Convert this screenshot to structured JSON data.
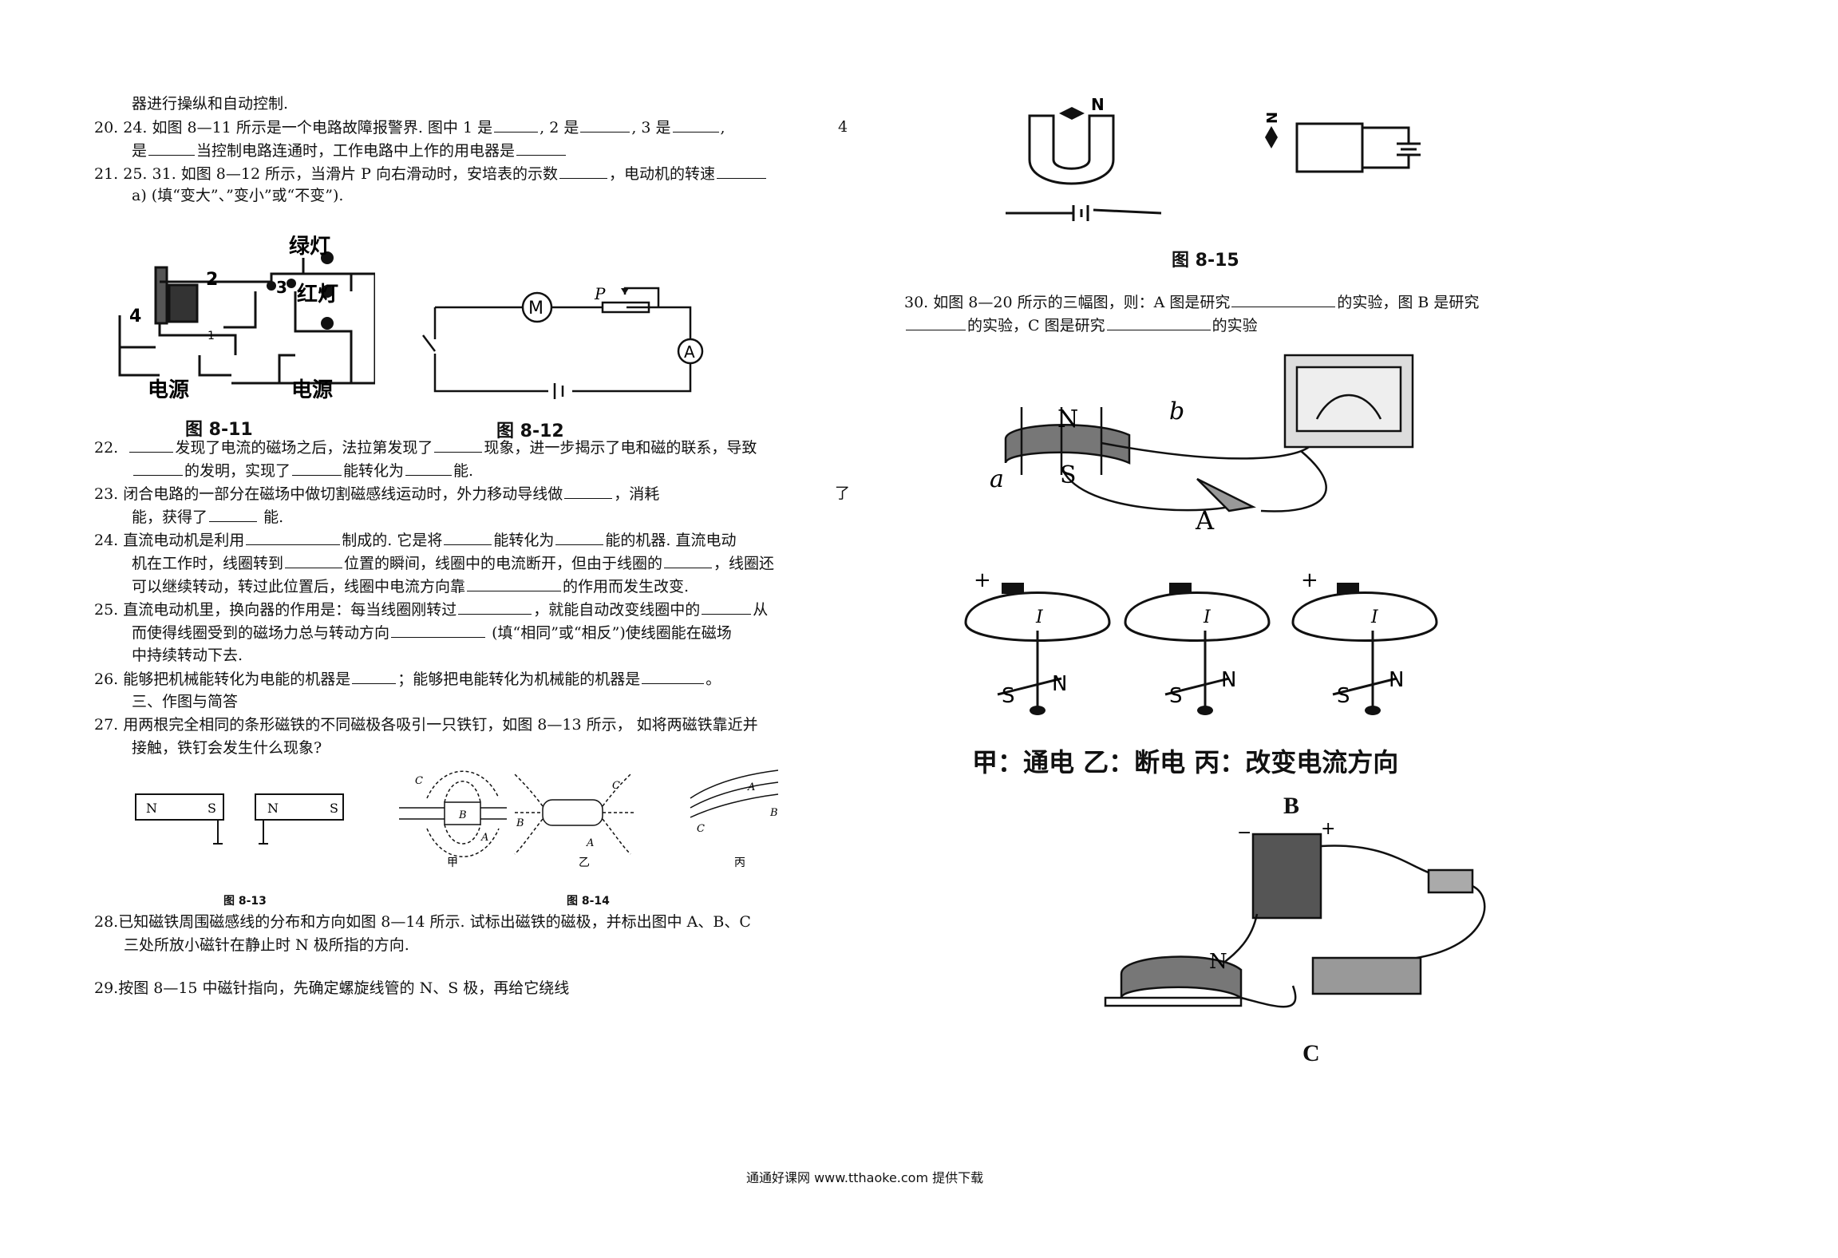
{
  "left": {
    "l0": "器进行操纵和自动控制.",
    "q20a": "20.   24. 如图 8—11 所示是一个电路故障报警界. 图中 1 是",
    "q20b": ", 2 是",
    "q20c": ", 3 是",
    "q20d": ",",
    "q20e": "4",
    "q20f": "是",
    "q20g": "当控制电路连通时，工作电路中上作的用电器是",
    "q21a": "21.   25.  31.  如图 8—12 所示，当滑片 P 向右滑动时，安培表的示数",
    "q21b": "，电动机的转速",
    "q21c": "a)    (填“变大”、”变小”或“不变”).",
    "fig811_green": "绿灯",
    "fig811_red": "红灯",
    "fig811_n2": "2",
    "fig811_n3": "3",
    "fig811_n4": "4",
    "fig811_n1": "1",
    "fig811_src1": "电源",
    "fig811_src2": "电源",
    "cap811": "图 8-11",
    "cap812": "图 8-12",
    "fig812_m": "M",
    "fig812_a": "A",
    "fig812_p": "P",
    "q22a": "22.",
    "q22b": "发现了电流的磁场之后，法拉第发现了",
    "q22c": "现象，进一步揭示了电和磁的联系，导致",
    "q22d": "的发明，实现了",
    "q22e": "能转化为",
    "q22f": "能.",
    "q23a": "23.   闭合电路的一部分在磁场中做切割磁感线运动时，外力移动导线做",
    "q23b": "，消耗",
    "q23c": "了",
    "q23d": "能，获得了",
    "q23e": "能.",
    "q24a": "24.   直流电动机是利用",
    "q24b": "制成的. 它是将",
    "q24c": "能转化为",
    "q24d": "能的机器. 直流电动",
    "q24e": "机在工作时，线圈转到",
    "q24f": "位置的瞬间，线圈中的电流断开，但由于线圈的",
    "q24g": "，线圈还",
    "q24h": "可以继续转动，转过此位置后，线圈中电流方向靠",
    "q24i": "的作用而发生改变.",
    "q25a": "25.   直流电动机里，换向器的作用是：每当线圈刚转过",
    "q25b": "，就能自动改变线圈中的",
    "q25c": "从",
    "q25d": "而使得线圈受到的磁场力总与转动方向",
    "q25e": "(填“相同”或“相反”)使线圈能在磁场",
    "q25f": "中持续转动下去.",
    "q26a": "26.   能够把机械能转化为电能的机器是",
    "q26b": "；能够把电能转化为机械能的机器是",
    "q26c": "。",
    "sec3": "三、作图与简答",
    "q27a": "27.   用两根完全相同的条形磁铁的不同磁极各吸引一只铁钉，如图 8—13 所示，  如将两磁铁靠近并",
    "q27b": "接触，铁钉会发生什么现象?",
    "mag1N": "N",
    "mag1S": "S",
    "mag2N": "N",
    "mag2S": "S",
    "cap813": "图 8-13",
    "cap814": "图 8-14",
    "f814_jia": "甲",
    "f814_yi": "乙",
    "f814_bing": "丙",
    "f814_A": "A",
    "f814_B": "B",
    "f814_C": "C",
    "q28a": "28.已知磁铁周围磁感线的分布和方向如图  8—14  所示. 试标出磁铁的磁极，并标出图中  A、B、C",
    "q28b": "三处所放小磁针在静止时 N 极所指的方向.",
    "q29": "29.按图 8—15 中磁针指向，先确定螺旋线管的 N、S 极，再给它绕线"
  },
  "right": {
    "f815_N1": "N",
    "f815_N2": "N",
    "cap815": "图 8-15",
    "q30a": "30.  如图 8—20 所示的三幅图，则：A 图是研究",
    "q30b": "的实验，图 B 是研究",
    "q30c": "的实验，C 图是研究",
    "q30d": "的实验",
    "figA_N": "N",
    "figA_S": "S",
    "figA_a": "a",
    "figA_b": "b",
    "figA_A": "A",
    "figB_S1": "S",
    "figB_N1": "N",
    "figB_S2": "S",
    "figB_N2": "N",
    "figB_S3": "S",
    "figB_N3": "N",
    "figB_I": "I",
    "figB_caption": "甲：通电     乙：断电     丙：改变电流方向",
    "figB_label": "B",
    "figC_N": "N",
    "figC_label": "C"
  },
  "footer": "通通好课网  www.tthaoke.com  提供下载"
}
